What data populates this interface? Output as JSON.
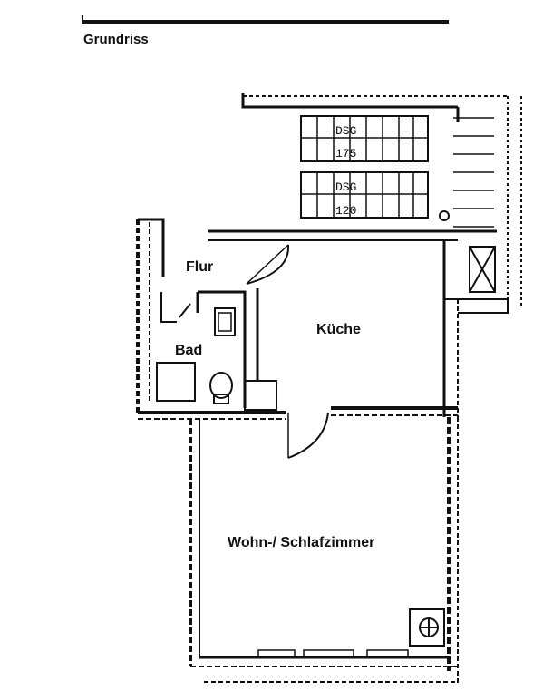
{
  "header": {
    "title": "Grundriss"
  },
  "rooms": {
    "flur": "Flur",
    "bad": "Bad",
    "kueche": "Küche",
    "wohn": "Wohn-/ Schlafzimmer"
  },
  "stair_labels": {
    "upper_1": "DSG",
    "upper_2": "175",
    "lower_1": "DSG",
    "lower_2": "120"
  },
  "colors": {
    "ink": "#111111",
    "paper": "#ffffff"
  }
}
